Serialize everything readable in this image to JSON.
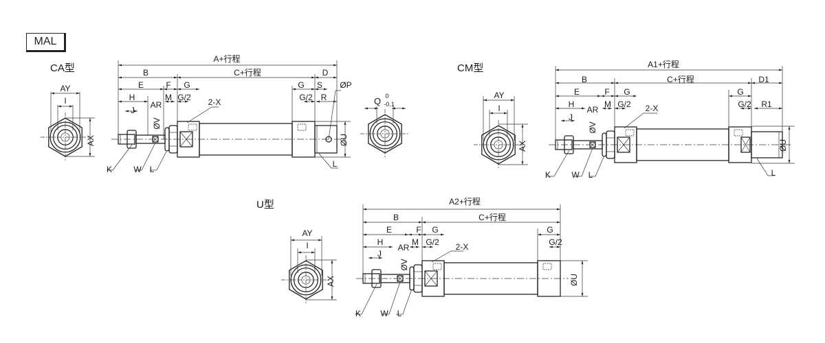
{
  "title": "MAL",
  "ca": {
    "type_label": "CA型",
    "A": "A+行程",
    "B": "B",
    "C": "C+行程",
    "D": "D",
    "E": "E",
    "F": "F",
    "G": "G",
    "G_rear": "G",
    "S": "S",
    "P": "ØP",
    "H": "H",
    "M": "M",
    "G2": "G/2",
    "G2_rear": "G/2",
    "R": "R",
    "J": "J",
    "AR": "AR",
    "X": "2-X",
    "V": "ØV",
    "U": "ØU",
    "Q": "Q",
    "Q_tol_upper": "0",
    "Q_tol_lower": "-0.1",
    "AX": "AX",
    "AY": "AY",
    "I": "I",
    "K": "K",
    "W": "W",
    "L": "L",
    "L_rear": "L"
  },
  "cm": {
    "type_label": "CM型",
    "A1": "A1+行程",
    "B": "B",
    "C": "C+行程",
    "D1": "D1",
    "E": "E",
    "F": "F",
    "G": "G",
    "G_rear": "G",
    "H": "H",
    "M": "M",
    "G2": "G/2",
    "G2_rear": "G/2",
    "R1": "R1",
    "J": "J",
    "AR": "AR",
    "X": "2-X",
    "V": "ØV",
    "U": "ØU",
    "AX": "AX",
    "AY": "AY",
    "I": "I",
    "K": "K",
    "W": "W",
    "L": "L",
    "L_rear": "L"
  },
  "u": {
    "type_label": "U型",
    "A2": "A2+行程",
    "B": "B",
    "C": "C+行程",
    "E": "E",
    "F": "F",
    "G": "G",
    "G_rear": "G",
    "H": "H",
    "M": "M",
    "G2": "G/2",
    "G2_rear": "G/2",
    "J": "J",
    "AR": "AR",
    "X": "2-X",
    "V": "ØV",
    "U": "ØU",
    "AX": "AX",
    "AY": "AY",
    "I": "I",
    "K": "K",
    "W": "W",
    "L": "L"
  }
}
